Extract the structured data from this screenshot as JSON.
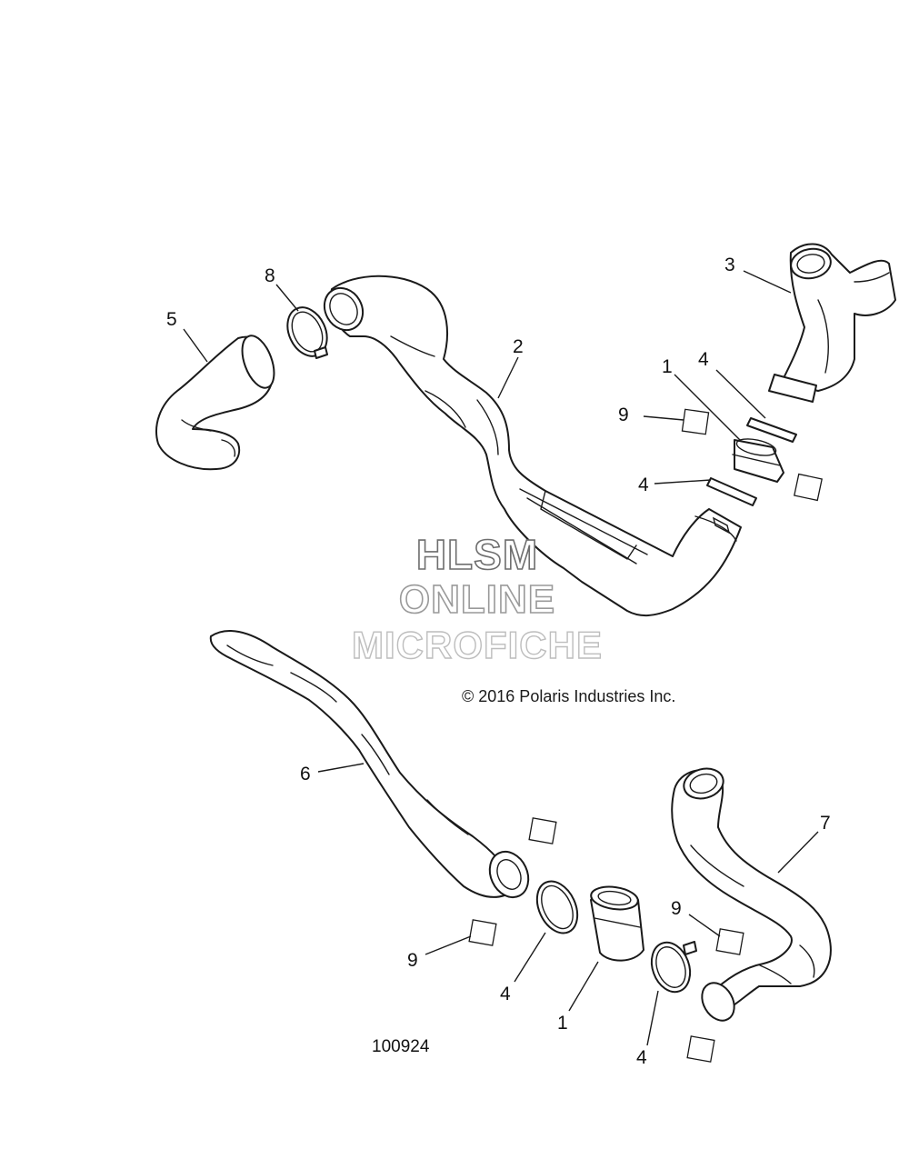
{
  "watermark": {
    "line1": "HLSM",
    "line2": "ONLINE",
    "line3": "MICROFICHE"
  },
  "copyright": "© 2016 Polaris Industries Inc.",
  "figure_number": "100924",
  "callouts": [
    {
      "id": "callout-8",
      "label": "8"
    },
    {
      "id": "callout-5",
      "label": "5"
    },
    {
      "id": "callout-2",
      "label": "2"
    },
    {
      "id": "callout-3",
      "label": "3"
    },
    {
      "id": "callout-1-upper",
      "label": "1"
    },
    {
      "id": "callout-4-upper-a",
      "label": "4"
    },
    {
      "id": "callout-9-upper",
      "label": "9"
    },
    {
      "id": "callout-4-upper-b",
      "label": "4"
    },
    {
      "id": "callout-6",
      "label": "6"
    },
    {
      "id": "callout-7",
      "label": "7"
    },
    {
      "id": "callout-9-lower-right",
      "label": "9"
    },
    {
      "id": "callout-9-lower-left",
      "label": "9"
    },
    {
      "id": "callout-4-lower-left",
      "label": "4"
    },
    {
      "id": "callout-1-lower",
      "label": "1"
    },
    {
      "id": "callout-4-lower-right",
      "label": "4"
    }
  ]
}
